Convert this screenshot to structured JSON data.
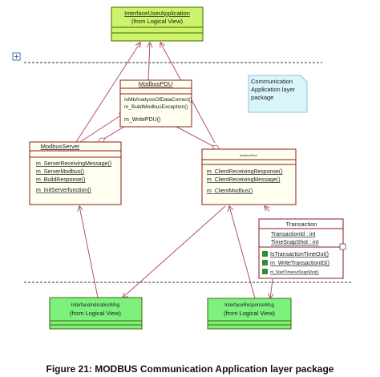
{
  "classes": {
    "interface_user_application": {
      "name": "InterfaceUserApplication",
      "stereotype": "(from Logical View)"
    },
    "modbus_pdu": {
      "name": "ModbusPDU",
      "methods": [
        "IsMbAnalysisOfDataCorrect()",
        "m_BuildModbusException()",
        "m_WritePDU()"
      ]
    },
    "modbus_server": {
      "name": "ModbusServer",
      "methods": [
        "m_ServerReceivingMessage()",
        "m_ServerModbus()",
        "m_BuildResponse()",
        "m_InitServerfunction()"
      ]
    },
    "modbus_client": {
      "name": "ModbusClient",
      "methods": [
        "m_ClientReceivingResponse()",
        "m_ClientReceivingMessage()",
        "m_ClientModbus()"
      ]
    },
    "transaction": {
      "name": "Transaction",
      "attributes": [
        "TransactionId : int",
        "TimeSnapShot : int"
      ],
      "methods": [
        "IsTransactionTimeOut()",
        "m_WriteTransactionID()",
        "m_StartTimeoutSnapShot()"
      ]
    },
    "interface_indication_msg": {
      "name": "InterfaceIndicationMsg",
      "stereotype": "(from Logical View)"
    },
    "interface_response_msg": {
      "name": "InterfaceResponseMsg",
      "stereotype": "(from Logical View)"
    }
  },
  "note": {
    "lines": [
      "Communication",
      "Application layer",
      "package"
    ]
  },
  "caption": "Figure 21: MODBUS Communication Application layer package",
  "colors": {
    "class_fill": "#fffff0",
    "class_border": "#8b1a1a",
    "interface_fill": "#ccf36a",
    "interface_border": "#3d6b00",
    "note_fill": "#d7f5fb",
    "association_line": "#b24f74"
  }
}
